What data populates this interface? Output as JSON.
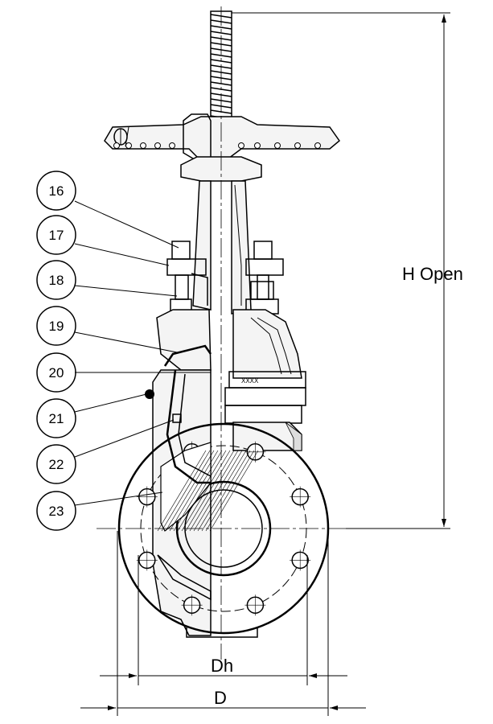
{
  "callouts": [
    {
      "label": "16",
      "part": "callout-16"
    },
    {
      "label": "17",
      "part": "callout-17"
    },
    {
      "label": "18",
      "part": "callout-18"
    },
    {
      "label": "19",
      "part": "callout-19"
    },
    {
      "label": "20",
      "part": "callout-20"
    },
    {
      "label": "21",
      "part": "callout-21"
    },
    {
      "label": "22",
      "part": "callout-22"
    },
    {
      "label": "23",
      "part": "callout-23"
    }
  ],
  "dimensions": {
    "height": "H Open",
    "bolt_circle": "Dh",
    "flange_diameter": "D"
  },
  "colors": {
    "line": "#000000",
    "background": "#ffffff",
    "fill": "#f4f4f4"
  }
}
